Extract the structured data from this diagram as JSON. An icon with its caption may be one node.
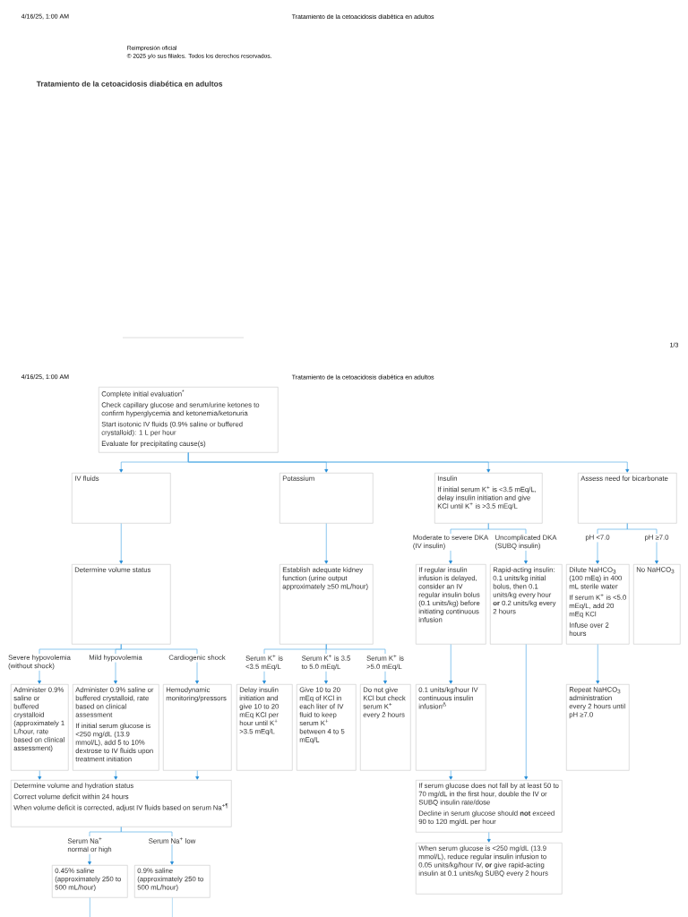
{
  "diagram": {
    "title": "Tratamiento de la cetoacidosis diabética en adultos",
    "nodes": [
      {
        "text": [
          "Complete initial evaluation$^{*}$",
          "Check capillary glucose and serum/urine ketones to confirm hyperglycemia and ketonemia/ketonuria",
          "Start isotonic IV fluids (0.9% saline or buffered crystalloid): 1 L per hour",
          "Evaluate for precipitating cause(s)"
        ]
      },
      {
        "text": [
          "IV fluids"
        ]
      },
      {
        "text": [
          "Potassium"
        ]
      },
      {
        "text": [
          "Insulin",
          "If initial serum K$^{+}$ is <3.5 mEq/L, delay insulin initiation and give KCl until K$^{+}$ is >3.5 mEq/L"
        ]
      },
      {
        "text": [
          "Assess need for bicarbonate"
        ]
      },
      {
        "text": [
          "Moderate to severe DKA (IV insulin)"
        ]
      },
      {
        "text": [
          "Uncomplicated DKA (SUBQ insulin)"
        ]
      },
      {
        "text": [
          "pH <7.0"
        ]
      },
      {
        "text": [
          "pH ≥7.0"
        ]
      },
      {
        "text": [
          "Determine volume status"
        ]
      },
      {
        "text": [
          "Establish adequate kidney function (urine output approximately ≥50 mL/hour)"
        ]
      },
      {
        "text": [
          "If regular insulin infusion is delayed, consider an IV regular insulin bolus (0.1 units/kg) before initiating continuous infusion"
        ]
      },
      {
        "text": [
          "Rapid-acting insulin: 0.1 units/kg initial bolus, then 0.1 units/kg every hour **or** 0.2 units/kg every 2 hours"
        ]
      },
      {
        "text": [
          "Dilute NaHCO$_{3}$ (100 mEq) in 400 mL sterile water",
          "If serum K$^{+}$ is <5.0 mEq/L, add 20 mEq KCl",
          "Infuse over 2 hours"
        ]
      },
      {
        "text": [
          "No NaHCO$_{3}$"
        ]
      },
      {
        "text": [
          "Severe hypovolemia (without shock)"
        ]
      },
      {
        "text": [
          "Mild hypovolemia"
        ]
      },
      {
        "text": [
          "Cardiogenic shock"
        ]
      },
      {
        "text": [
          "Serum K$^{+}$ is <3.5 mEq/L"
        ]
      },
      {
        "text": [
          "Serum K$^{+}$ is 3.5 to 5.0 mEq/L"
        ]
      },
      {
        "text": [
          "Serum K$^{+}$ is >5.0 mEq/L"
        ]
      },
      {
        "text": [
          "Administer 0.9% saline or buffered crystalloid (approximately 1 L/hour, rate based on clinical assessment)"
        ]
      },
      {
        "text": [
          "Administer 0.9% saline or buffered crystalloid, rate based on clinical assessment",
          "If initial serum glucose is <250 mg/dL (13.9 mmol/L), add 5 to 10% dextrose to IV fluids upon treatment initiation"
        ]
      },
      {
        "text": [
          "Hemodynamic monitoring/pressors"
        ]
      },
      {
        "text": [
          "Delay insulin initiation and give 10 to 20 mEq KCl per hour until K$^{+}$ >3.5 mEq/L"
        ]
      },
      {
        "text": [
          "Give 10 to 20 mEq of KCl in each liter of IV fluid to keep serum K$^{+}$ between 4 to 5 mEq/L"
        ]
      },
      {
        "text": [
          "Do not give KCl but check serum K$^{+}$ every 2 hours"
        ]
      },
      {
        "text": [
          "0.1 units/kg/hour IV continuous insulin infusion$^{Δ}$"
        ]
      },
      {
        "text": [
          "Repeat NaHCO$_{3}$ administration every 2 hours until pH ≥7.0"
        ]
      },
      {
        "text": [
          "Determine volume and hydration status",
          "Correct volume deficit within 24 hours",
          "When volume deficit is corrected, adjust IV fluids based on serum Na$^{+¶}$"
        ]
      },
      {
        "text": [
          "If serum glucose does not fall by at least 50 to 70 mg/dL in the first hour, double the IV or SUBQ insulin rate/dose",
          "Decline in serum glucose should **not** exceed 90 to 120 mg/dL per hour"
        ]
      },
      {
        "text": [
          "Serum Na$^{+}$ normal or high"
        ]
      },
      {
        "text": [
          "Serum Na$^{+}$ low"
        ]
      },
      {
        "text": [
          "0.45% saline (approximately 250 to 500 mL/hour)"
        ]
      },
      {
        "text": [
          "0.9% saline (approximately 250 to 500 mL/hour)"
        ]
      },
      {
        "text": [
          "When serum glucose is <250 mg/dL (13.9 mmol/L), reduce regular insulin infusion to 0.05 units/kg/hour IV, **or** give rapid-acting insulin at 0.1 units/kg SUBQ every 2 hours"
        ]
      }
    ],
    "edges": [
      {
        "from": 0,
        "to": 1,
        "arrow": "to"
      },
      {
        "from": 0,
        "to": 2,
        "arrow": "to"
      },
      {
        "from": 0,
        "to": 3,
        "arrow": "to"
      },
      {
        "from": 0,
        "to": 4,
        "arrow": "to"
      },
      {
        "from": 1,
        "to": 9,
        "arrow": "to"
      },
      {
        "from": 2,
        "to": 10,
        "arrow": "to"
      },
      {
        "from": 3,
        "to": 5,
        "arrow": "none"
      },
      {
        "from": 3,
        "to": 6,
        "arrow": "none"
      },
      {
        "from": 4,
        "to": 7,
        "arrow": "none"
      },
      {
        "from": 4,
        "to": 8,
        "arrow": "none"
      },
      {
        "from": 5,
        "to": 11,
        "arrow": "to"
      },
      {
        "from": 6,
        "to": 12,
        "arrow": "to"
      },
      {
        "from": 7,
        "to": 13,
        "arrow": "to"
      },
      {
        "from": 8,
        "to": 14,
        "arrow": "to"
      },
      {
        "from": 9,
        "to": 15,
        "arrow": "none"
      },
      {
        "from": 9,
        "to": 16,
        "arrow": "none"
      },
      {
        "from": 9,
        "to": 17,
        "arrow": "none"
      },
      {
        "from": 10,
        "to": 18,
        "arrow": "none"
      },
      {
        "from": 10,
        "to": 19,
        "arrow": "none"
      },
      {
        "from": 10,
        "to": 20,
        "arrow": "none"
      },
      {
        "from": 15,
        "to": 21,
        "arrow": "to"
      },
      {
        "from": 16,
        "to": 22,
        "arrow": "to"
      },
      {
        "from": 17,
        "to": 23,
        "arrow": "to"
      },
      {
        "from": 18,
        "to": 24,
        "arrow": "to"
      },
      {
        "from": 19,
        "to": 25,
        "arrow": "to"
      },
      {
        "from": 20,
        "to": 26,
        "arrow": "to"
      },
      {
        "from": 11,
        "to": 27,
        "arrow": "to"
      },
      {
        "from": 13,
        "to": 28,
        "arrow": "to"
      },
      {
        "from": 21,
        "to": 29,
        "arrow": "to"
      },
      {
        "from": 22,
        "to": 29,
        "arrow": "to"
      },
      {
        "from": 23,
        "to": 29,
        "arrow": "to"
      },
      {
        "from": 27,
        "to": 30,
        "arrow": "to"
      },
      {
        "from": 12,
        "to": 30,
        "arrow": "to"
      },
      {
        "from": 29,
        "to": 31,
        "arrow": "none"
      },
      {
        "from": 29,
        "to": 32,
        "arrow": "none"
      },
      {
        "from": 31,
        "to": 33,
        "arrow": "to"
      },
      {
        "from": 32,
        "to": 34,
        "arrow": "to"
      },
      {
        "from": 30,
        "to": 35,
        "arrow": "to"
      },
      {
        "from": 33,
        "to": null,
        "arrow": "none"
      },
      {
        "from": 34,
        "to": null,
        "arrow": "none"
      }
    ],
    "labels": [
      "4/16/25, 1:00 AM",
      "Tratamiento de la cetoacidosis diabética en adultos",
      "Reimpresión oficial",
      "© 2025 y/o sus filiales. Todos los derechos reservados.",
      "1/3",
      "4/16/25, 1:00 AM",
      "Tratamiento de la cetoacidosis diabética en adultos"
    ]
  }
}
